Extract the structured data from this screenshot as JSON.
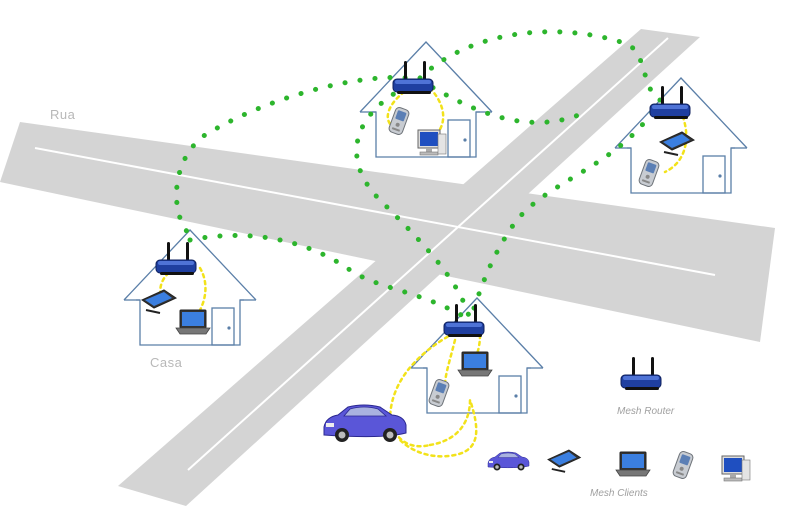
{
  "labels": {
    "street": "Rua",
    "house": "Casa"
  },
  "legend": {
    "router": "Mesh Router",
    "clients": "Mesh Clients"
  },
  "colors": {
    "road": "#d4d4d4",
    "road_line": "#ffffff",
    "house_stroke": "#5b7fa8",
    "mesh_link": "#2db52d",
    "client_link": "#f2e21a",
    "router_body": "#1f3fa0",
    "car": "#5a56d8"
  },
  "icons": {
    "router": "wireless-router-icon",
    "laptop": "laptop-icon",
    "phone": "pda-phone-icon",
    "tablet": "tablet-icon",
    "desktop": "desktop-computer-icon",
    "car": "car-icon"
  }
}
